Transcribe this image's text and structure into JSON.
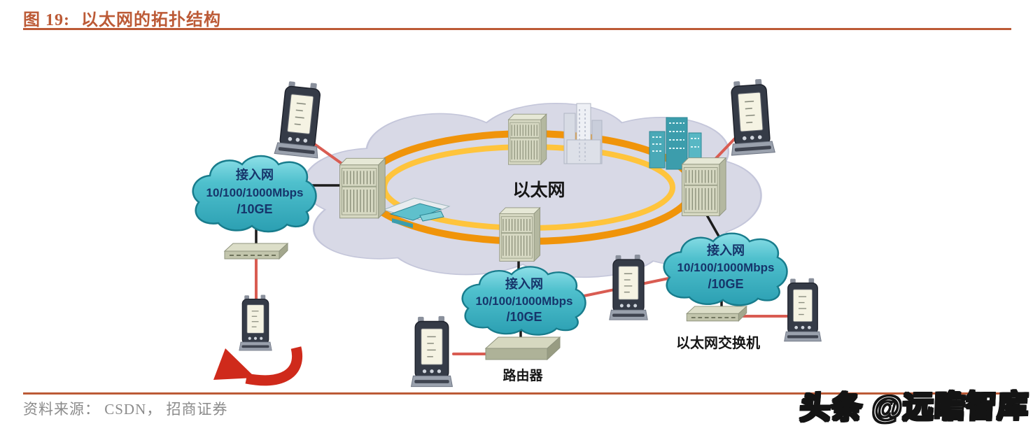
{
  "header": {
    "figure_label": "图 19:",
    "figure_title": "以太网的拓扑结构"
  },
  "diagram": {
    "core_cloud_label": "以太网",
    "access_cloud": {
      "line1": "接入网",
      "line2": "10/100/1000Mbps",
      "line3": "/10GE"
    },
    "router_label": "路由器",
    "ethernet_switch_label": "以太网交换机"
  },
  "footer": {
    "source_label": "资料来源： CSDN， 招商证券",
    "watermark": "头条 @远瞻智库"
  },
  "icons": {
    "switch_rack": "ethernet-backbone-switch",
    "flat_switch": "access-switch",
    "router": "router",
    "phone": "mobile-terminal",
    "arrow": "red-curved-arrow"
  },
  "colors": {
    "accent_rule": "#bc5a36",
    "title_text": "#bc5a36",
    "access_cloud_fill": "#45b7c6",
    "access_cloud_text": "#16356b",
    "ring_outer": "#f0940a",
    "ring_inner": "#ffc43c",
    "core_cloud_fill": "#d8d9e6",
    "link_red": "#d95c52",
    "link_black": "#1c1c1c",
    "arrow_red": "#cf2a1b",
    "source_text": "#8b8b8b"
  }
}
